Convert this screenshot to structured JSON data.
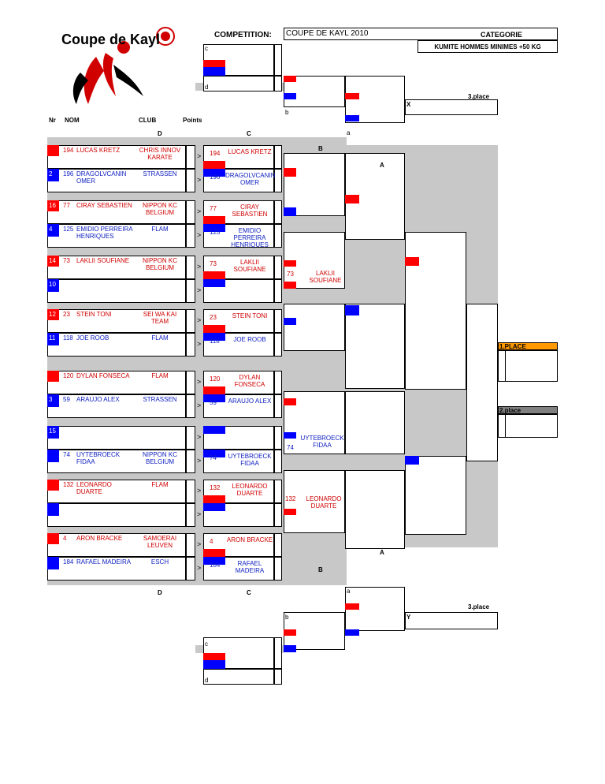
{
  "header": {
    "logo_text": "Coupe de Kayl",
    "competition_label": "COMPETITION:",
    "competition_value": "COUPE DE KAYL 2010",
    "category_label": "CATEGORIE",
    "category_value": "KUMITE HOMMES MINIMES +50 KG"
  },
  "columns": {
    "nr": "Nr",
    "nom": "NOM",
    "club": "CLUB",
    "points": "Points",
    "d": "D",
    "c": "C"
  },
  "entries": [
    {
      "nr": "194",
      "name": "LUCAS KRETZ",
      "club": "CHRIS INNOV KARATE",
      "color": "red"
    },
    {
      "nr": "196",
      "name": "DRAGOLVCANIN OMER",
      "club": "STRASSEN",
      "color": "blue"
    },
    {
      "nr": "77",
      "name": "CIRAY SEBASTIEN",
      "club": "NIPPON KC BELGIUM",
      "color": "red"
    },
    {
      "nr": "125",
      "name": "EMIDIO PERREIRA HENRIQUES",
      "club": "FLAM",
      "color": "blue"
    },
    {
      "nr": "73",
      "name": "LAKLII SOUFIANE",
      "club": "NIPPON KC BELGIUM",
      "color": "red"
    },
    {
      "nr": "23",
      "name": "STEIN TONI",
      "club": "SEI WA KAI TEAM",
      "color": "red"
    },
    {
      "nr": "118",
      "name": "JOE ROOB",
      "club": "FLAM",
      "color": "blue"
    },
    {
      "nr": "120",
      "name": "DYLAN FONSECA",
      "club": "FLAM",
      "color": "red"
    },
    {
      "nr": "59",
      "name": "ARAUJO ALEX",
      "club": "STRASSEN",
      "color": "blue"
    },
    {
      "nr": "74",
      "name": "UYTEBROECK FIDAA",
      "club": "NIPPON KC BELGIUM",
      "color": "blue"
    },
    {
      "nr": "132",
      "name": "LEONARDO DUARTE",
      "club": "FLAM",
      "color": "red"
    },
    {
      "nr": "4",
      "name": "ARON BRACKE",
      "club": "SAMOERAI LEUVEN",
      "color": "red"
    },
    {
      "nr": "184",
      "name": "RAFAEL MADEIRA",
      "club": "ESCH",
      "color": "blue"
    }
  ],
  "row_numbers": {
    "r2": "2",
    "r16": "16",
    "r4": "4",
    "r14": "14",
    "r10": "10",
    "r12": "12",
    "r11": "11",
    "r3": "3",
    "r15": "15"
  },
  "round1": [
    {
      "nr": "194",
      "name": "LUCAS KRETZ"
    },
    {
      "nr": "196",
      "name": "DRAGOLVCANIN OMER"
    },
    {
      "nr": "77",
      "name": "CIRAY SEBASTIEN"
    },
    {
      "nr": "125",
      "name": "EMIDIO PERREIRA HENRIQUES"
    },
    {
      "nr": "73",
      "name": "LAKLII SOUFIANE"
    },
    {
      "nr": "23",
      "name": "STEIN TONI"
    },
    {
      "nr": "118",
      "name": "JOE ROOB"
    },
    {
      "nr": "120",
      "name": "DYLAN FONSECA"
    },
    {
      "nr": "59",
      "name": "ARAUJO ALEX"
    },
    {
      "nr": "74",
      "name": "UYTEBROECK FIDAA"
    },
    {
      "nr": "132",
      "name": "LEONARDO DUARTE"
    },
    {
      "nr": "4",
      "name": "ARON BRACKE"
    },
    {
      "nr": "184",
      "name": "RAFAEL MADEIRA"
    }
  ],
  "round2": [
    {
      "nr": "73",
      "name": "LAKLII SOUFIANE"
    },
    {
      "nr": "74",
      "name": "UYTEBROECK FIDAA"
    },
    {
      "nr": "132",
      "name": "LEONARDO DUARTE"
    }
  ],
  "arrow": ">",
  "labels": {
    "c": "c",
    "d": "d",
    "b": "b",
    "a": "a",
    "x": "X",
    "y": "Y",
    "third_place": "3.place",
    "first_place": "1.PLACE",
    "second_place": "2.place",
    "pool_a": "A",
    "pool_b": "B",
    "pool_c": "C",
    "pool_d": "D"
  },
  "colors": {
    "red": "#ff0000",
    "blue": "#0000ff",
    "grey": "#c8c8c8",
    "first": "#ff9900",
    "second": "#808080"
  }
}
